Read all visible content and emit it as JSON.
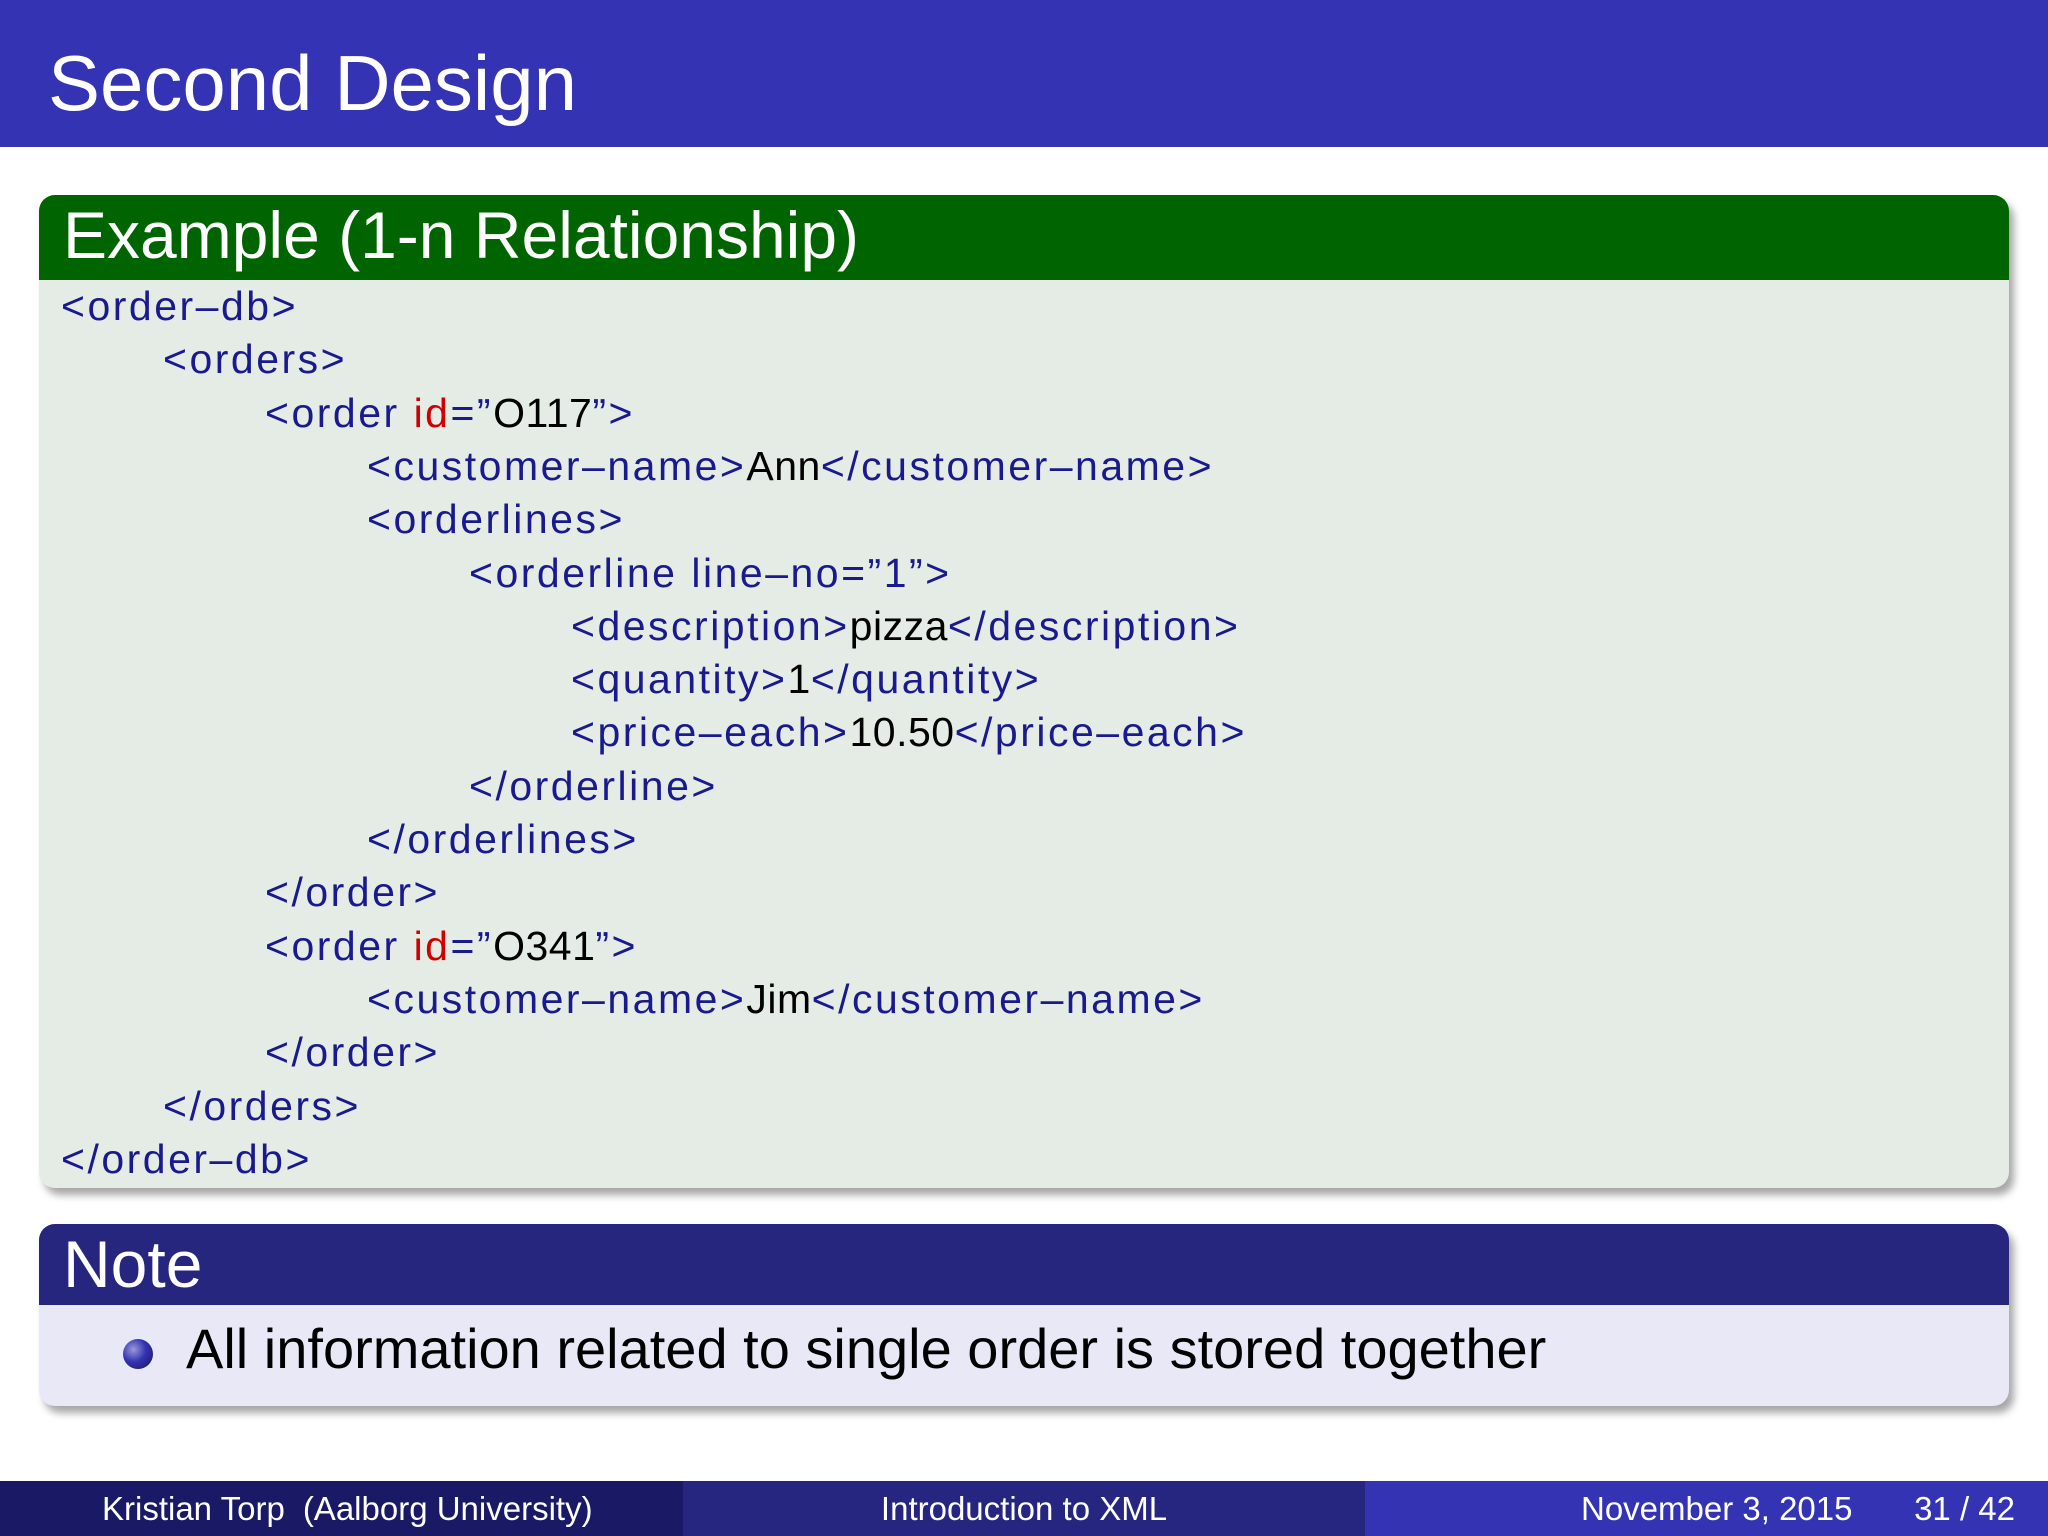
{
  "slide": {
    "title": "Second Design"
  },
  "example_block": {
    "heading": "Example (1-n Relationship)",
    "code_lines": [
      {
        "indent": 0,
        "parts": [
          {
            "t": "tag",
            "s": "<order–db>"
          }
        ]
      },
      {
        "indent": 1,
        "parts": [
          {
            "t": "tag",
            "s": "<orders>"
          }
        ]
      },
      {
        "indent": 2,
        "parts": [
          {
            "t": "tag",
            "s": "<order "
          },
          {
            "t": "attr",
            "s": "id"
          },
          {
            "t": "tag",
            "s": "=”"
          },
          {
            "t": "val",
            "s": "O117"
          },
          {
            "t": "tag",
            "s": "”>"
          }
        ]
      },
      {
        "indent": 3,
        "parts": [
          {
            "t": "tag",
            "s": "<customer–name>"
          },
          {
            "t": "txt",
            "s": "Ann"
          },
          {
            "t": "tag",
            "s": "</customer–name>"
          }
        ]
      },
      {
        "indent": 3,
        "parts": [
          {
            "t": "tag",
            "s": "<orderlines>"
          }
        ]
      },
      {
        "indent": 4,
        "parts": [
          {
            "t": "tag",
            "s": "<orderline line–no=”1”>"
          }
        ]
      },
      {
        "indent": 5,
        "parts": [
          {
            "t": "tag",
            "s": "<description>"
          },
          {
            "t": "txt",
            "s": "pizza"
          },
          {
            "t": "tag",
            "s": "</description>"
          }
        ]
      },
      {
        "indent": 5,
        "parts": [
          {
            "t": "tag",
            "s": "<quantity>"
          },
          {
            "t": "txt",
            "s": "1"
          },
          {
            "t": "tag",
            "s": "</quantity>"
          }
        ]
      },
      {
        "indent": 5,
        "parts": [
          {
            "t": "tag",
            "s": "<price–each>"
          },
          {
            "t": "txt",
            "s": "10.50"
          },
          {
            "t": "tag",
            "s": "</price–each>"
          }
        ]
      },
      {
        "indent": 4,
        "parts": [
          {
            "t": "tag",
            "s": "</orderline>"
          }
        ]
      },
      {
        "indent": 3,
        "parts": [
          {
            "t": "tag",
            "s": "</orderlines>"
          }
        ]
      },
      {
        "indent": 2,
        "parts": [
          {
            "t": "tag",
            "s": "</order>"
          }
        ]
      },
      {
        "indent": 2,
        "parts": [
          {
            "t": "tag",
            "s": "<order "
          },
          {
            "t": "attr",
            "s": "id"
          },
          {
            "t": "tag",
            "s": "=”"
          },
          {
            "t": "val",
            "s": "O341"
          },
          {
            "t": "tag",
            "s": "”>"
          }
        ]
      },
      {
        "indent": 3,
        "parts": [
          {
            "t": "tag",
            "s": "<customer–name>"
          },
          {
            "t": "txt",
            "s": "Jim"
          },
          {
            "t": "tag",
            "s": "</customer–name>"
          }
        ]
      },
      {
        "indent": 2,
        "parts": [
          {
            "t": "tag",
            "s": "</order>"
          }
        ]
      },
      {
        "indent": 1,
        "parts": [
          {
            "t": "tag",
            "s": "</orders>"
          }
        ]
      },
      {
        "indent": 0,
        "parts": [
          {
            "t": "tag",
            "s": "</order–db>"
          }
        ]
      }
    ]
  },
  "note_block": {
    "heading": "Note",
    "bullets": [
      "All information related to single order is stored together"
    ]
  },
  "footer": {
    "author": "Kristian Torp",
    "institution": "(Aalborg University)",
    "talk_title": "Introduction to XML",
    "date": "November 3, 2015",
    "page": "31 / 42"
  },
  "colors": {
    "title_bar": "#3333b3",
    "example_header": "#006400",
    "example_body": "#e5ece5",
    "note_header": "#26267f",
    "note_body": "#e8e8f6",
    "code_tag": "#1a1a8f",
    "code_attr": "#d00000"
  }
}
